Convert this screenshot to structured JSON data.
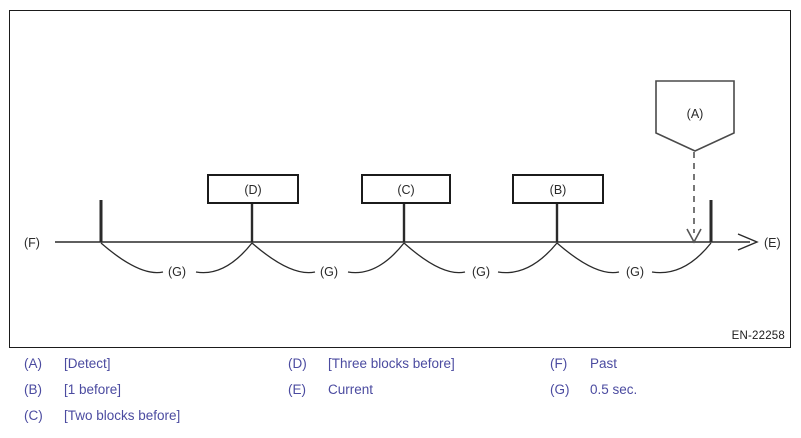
{
  "frame": {
    "code": "EN-22258"
  },
  "diagram": {
    "axis": {
      "left_label": "(F)",
      "right_label": "(E)"
    },
    "detect_node": {
      "label": "(A)"
    },
    "blocks": [
      {
        "label": "(D)"
      },
      {
        "label": "(C)"
      },
      {
        "label": "(B)"
      }
    ],
    "intervals": [
      {
        "label": "(G)"
      },
      {
        "label": "(G)"
      },
      {
        "label": "(G)"
      },
      {
        "label": "(G)"
      }
    ]
  },
  "legend": {
    "columns": [
      {
        "items": [
          {
            "key": "(A)",
            "value": "[Detect]"
          },
          {
            "key": "(B)",
            "value": "[1 before]"
          },
          {
            "key": "(C)",
            "value": "[Two blocks before]"
          }
        ]
      },
      {
        "items": [
          {
            "key": "(D)",
            "value": "[Three blocks before]"
          },
          {
            "key": "(E)",
            "value": "Current"
          }
        ]
      },
      {
        "items": [
          {
            "key": "(F)",
            "value": "Past"
          },
          {
            "key": "(G)",
            "value": "0.5 sec."
          }
        ]
      }
    ]
  },
  "colors": {
    "line": "#2a2a2a",
    "legend_text": "#4b4ba0",
    "frame": "#1b1b1b"
  }
}
